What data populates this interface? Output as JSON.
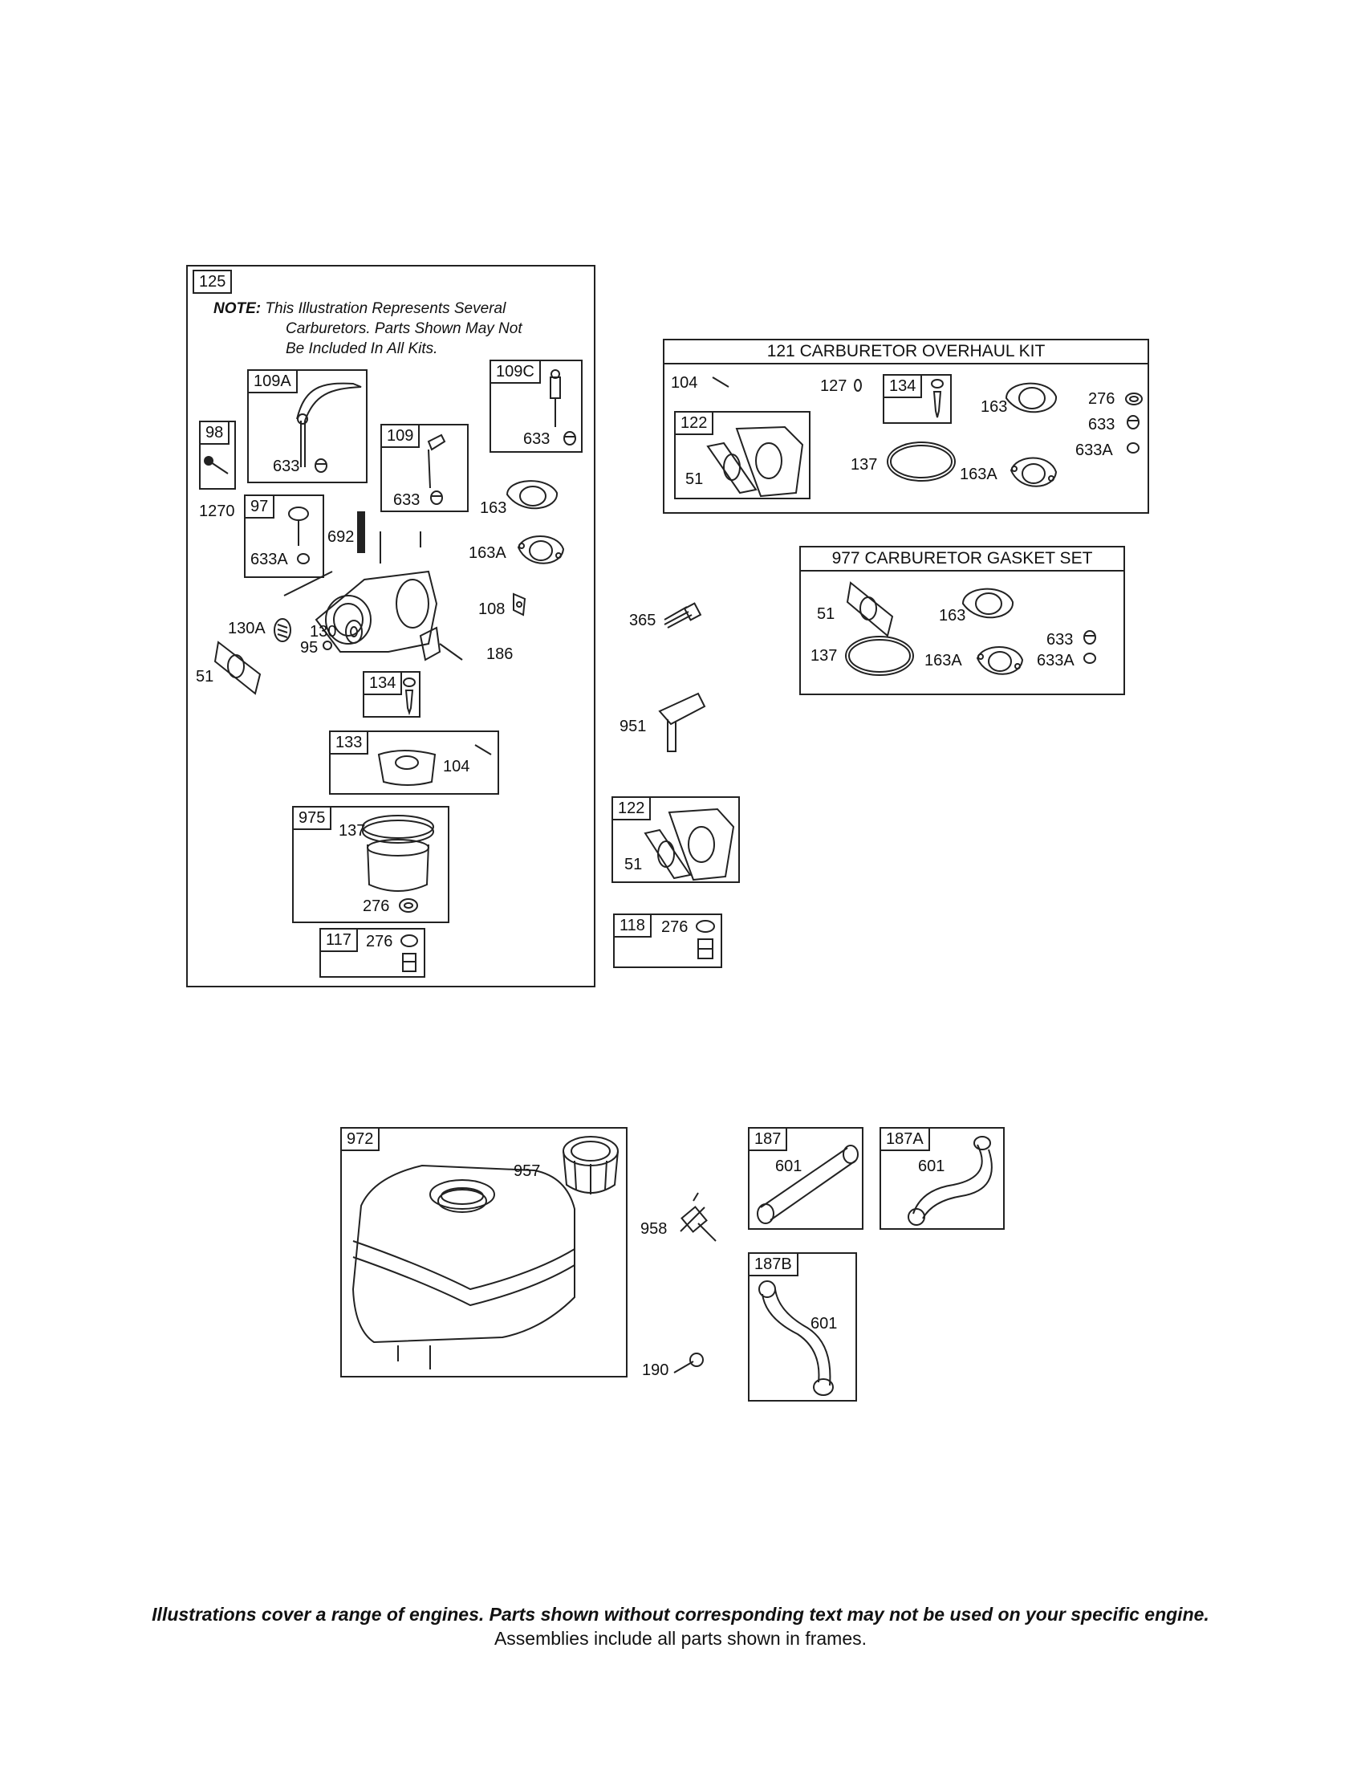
{
  "frame_125": {
    "id": "125",
    "note_head": "NOTE:",
    "note_lines": [
      "This Illustration Represents Several",
      "Carburetors. Parts Shown May Not",
      "Be Included In All Kits."
    ],
    "boxes": {
      "b109A": "109A",
      "b109": "109",
      "b109C": "109C",
      "b98": "98",
      "b97": "97",
      "b134": "134",
      "b133": "133",
      "b975": "975",
      "b117": "117"
    },
    "labels": {
      "l633a": "633",
      "l633b": "633",
      "l633c": "633",
      "l1270": "1270",
      "l633A": "633A",
      "l692": "692",
      "l163": "163",
      "l163A": "163A",
      "l108": "108",
      "l130A": "130A",
      "l130": "130",
      "l95": "95",
      "l51": "51",
      "l186": "186",
      "l104": "104",
      "l137": "137",
      "l276a": "276",
      "l276b": "276"
    }
  },
  "overhaul_kit": {
    "title": "121 CARBURETOR OVERHAUL KIT",
    "boxes": {
      "b134": "134",
      "b122": "122"
    },
    "labels": {
      "l104": "104",
      "l127": "127",
      "l163": "163",
      "l276": "276",
      "l633": "633",
      "l633A": "633A",
      "l137": "137",
      "l163A": "163A",
      "l51": "51"
    }
  },
  "gasket_set": {
    "title": "977 CARBURETOR GASKET SET",
    "labels": {
      "l51": "51",
      "l163": "163",
      "l633": "633",
      "l137": "137",
      "l163A": "163A",
      "l633A": "633A"
    }
  },
  "loose": {
    "l365": "365",
    "l951": "951",
    "l958": "958",
    "l190": "190"
  },
  "frame_122": {
    "id": "122",
    "l51": "51"
  },
  "frame_118": {
    "id": "118",
    "l276": "276"
  },
  "frame_972": {
    "id": "972",
    "l957": "957"
  },
  "frame_187": {
    "id": "187",
    "l601": "601"
  },
  "frame_187A": {
    "id": "187A",
    "l601": "601"
  },
  "frame_187B": {
    "id": "187B",
    "l601": "601"
  },
  "footer": {
    "line1": "Illustrations cover a range of engines. Parts shown without corresponding text may not be used on your specific engine.",
    "line2": "Assemblies include all parts shown in frames."
  }
}
